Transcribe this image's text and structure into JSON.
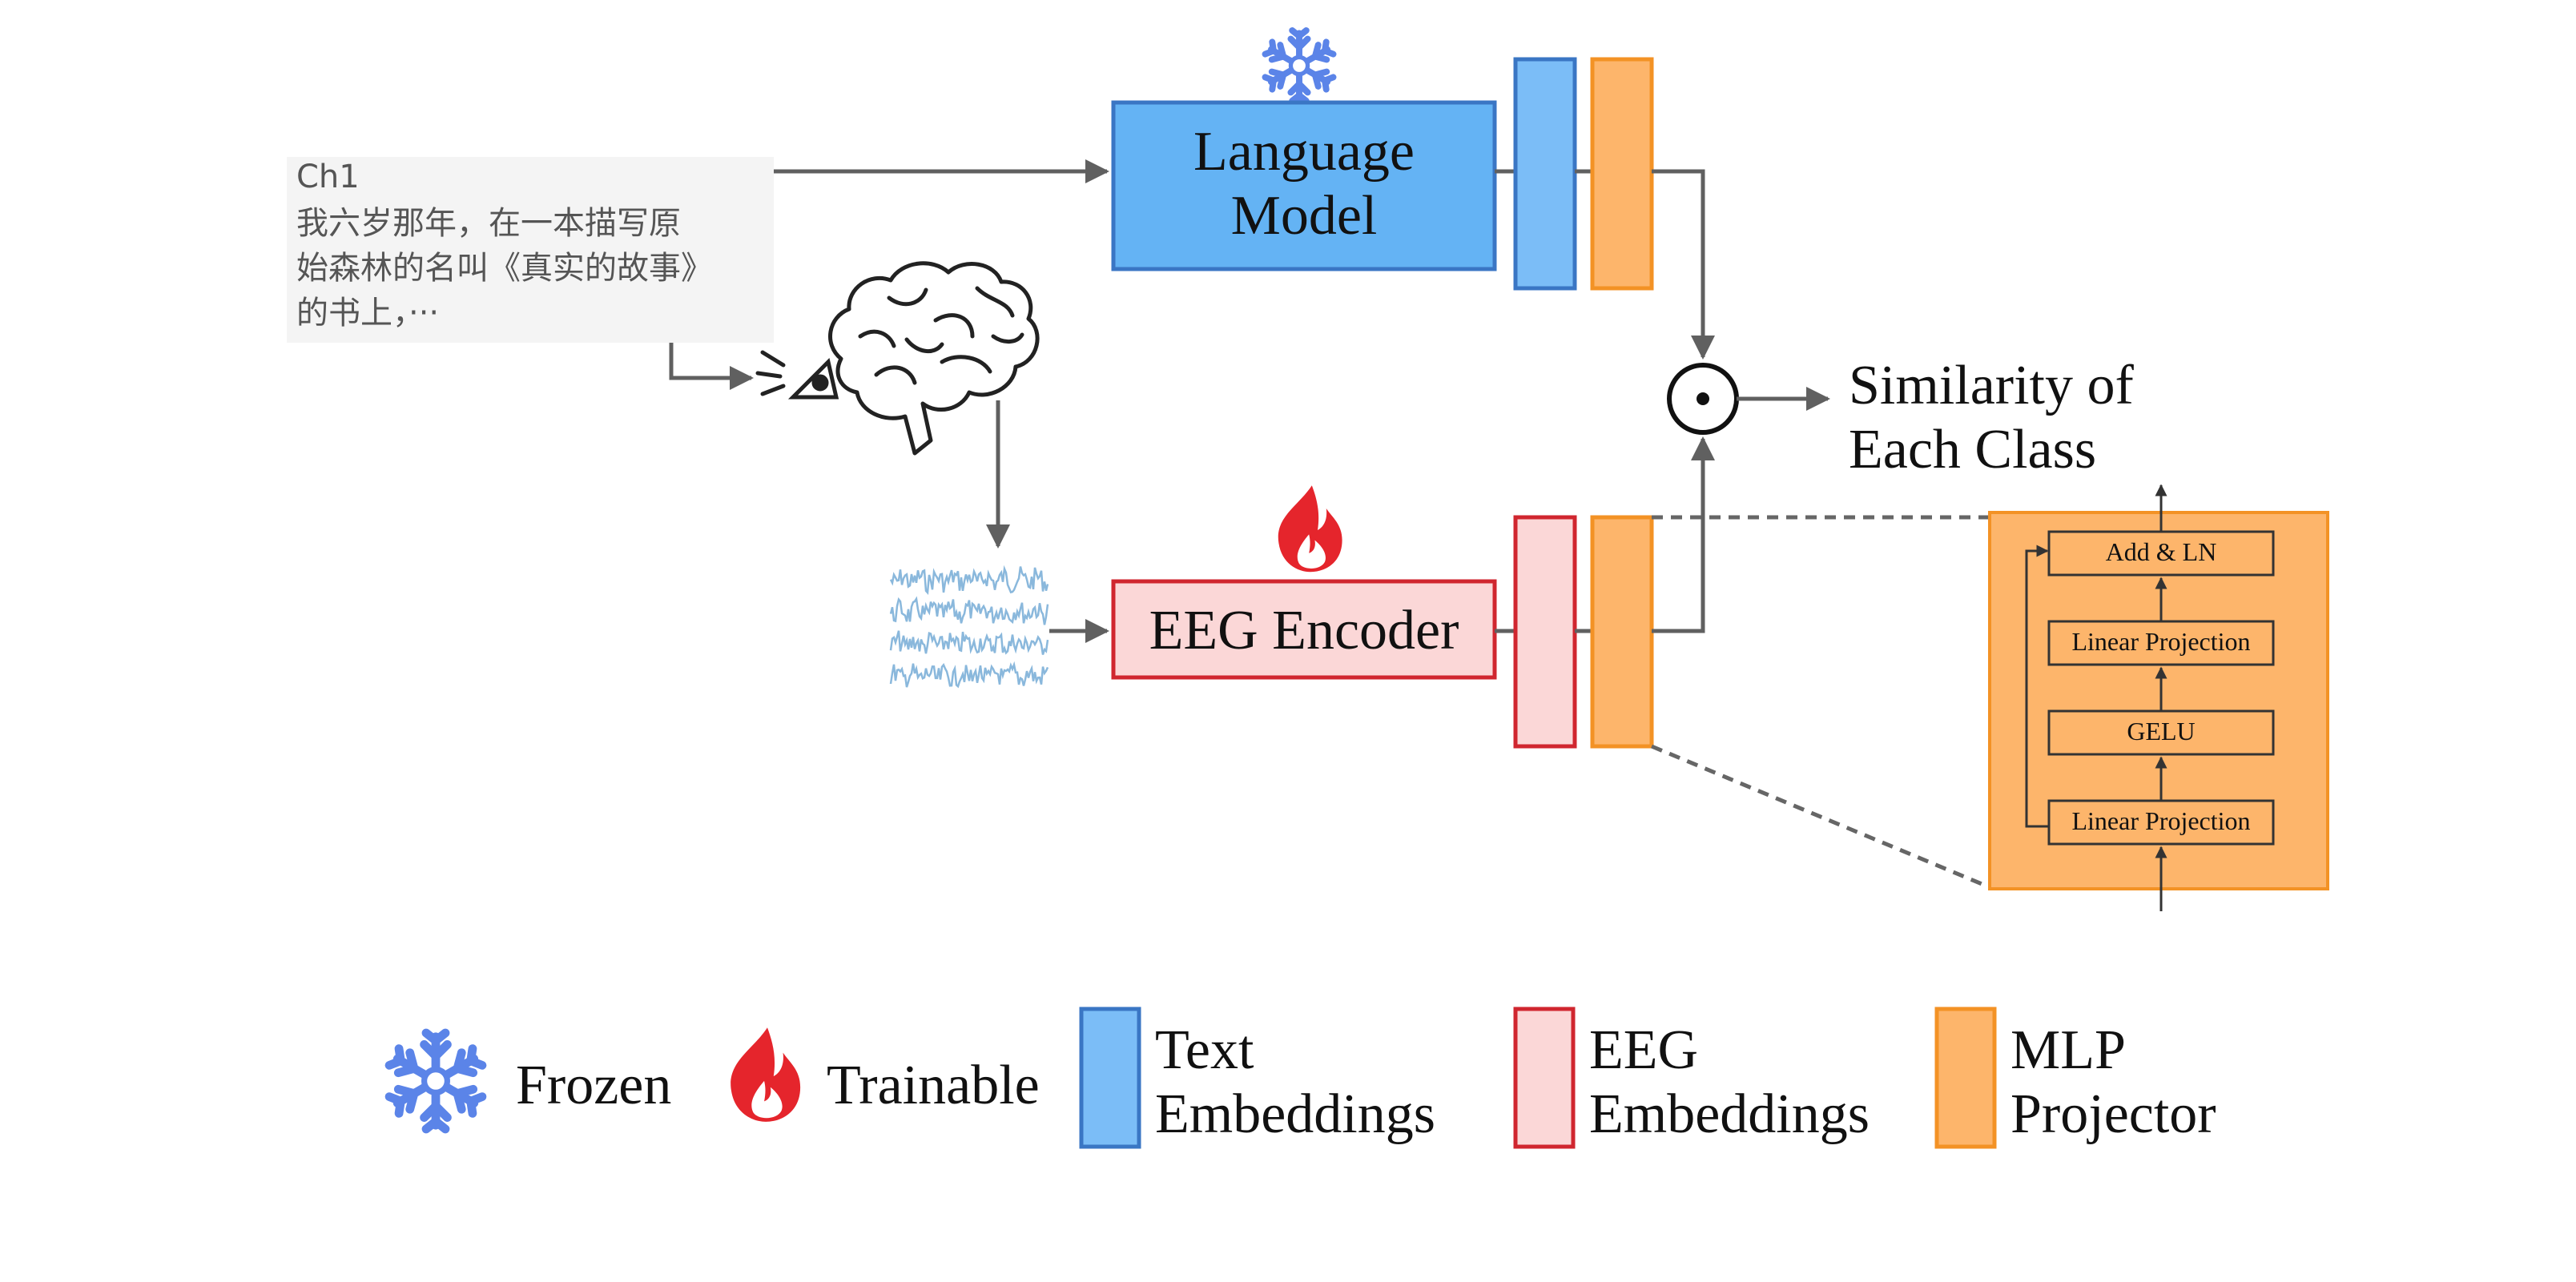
{
  "text_card": {
    "title": "Ch1",
    "lines": [
      "我六岁那年，在一本描写原",
      "始森林的名叫《真实的故事》",
      "的书上，···"
    ]
  },
  "language_model": {
    "line1": "Language",
    "line2": "Model"
  },
  "eeg_encoder": {
    "label": "EEG Encoder"
  },
  "similarity": {
    "line1": "Similarity of",
    "line2": "Each Class"
  },
  "mlp_detail": {
    "blocks": [
      "Add & LN",
      "Linear Projection",
      "GELU",
      "Linear Projection"
    ]
  },
  "legend": {
    "frozen": "Frozen",
    "trainable": "Trainable",
    "text_emb": [
      "Text",
      "Embeddings"
    ],
    "eeg_emb": [
      "EEG",
      "Embeddings"
    ],
    "mlp": [
      "MLP",
      "Projector"
    ]
  },
  "colors": {
    "blue_fill": "#7bbdf7",
    "blue_edge": "#3a76c4",
    "lm_fill": "#64b3f4",
    "pink_fill": "#fbd7d7",
    "red_edge": "#d0262f",
    "orange_fill": "#fdb56b",
    "orange_edge": "#f39225",
    "arrow": "#606060",
    "snowflake": "#5b84e8",
    "flame": "#e5252c",
    "eeg_signal": "#8ab8dc"
  }
}
